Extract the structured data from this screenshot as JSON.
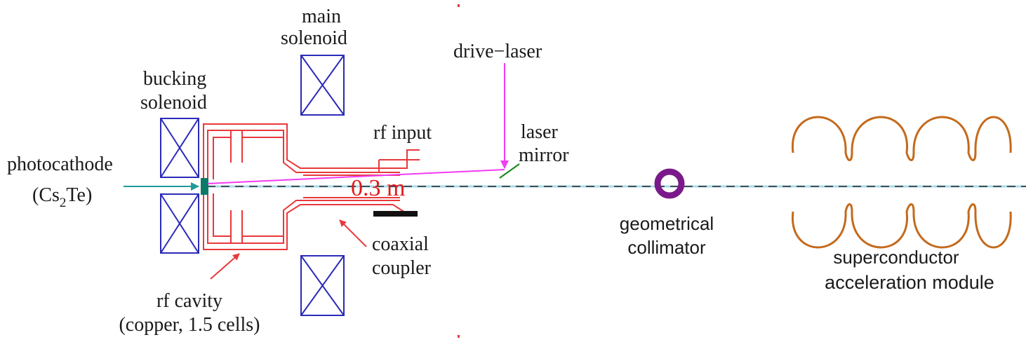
{
  "labels": {
    "main_solenoid_line1": "main",
    "main_solenoid_line2": "solenoid",
    "bucking_solenoid_line1": "bucking",
    "bucking_solenoid_line2": "solenoid",
    "drive_laser": "drive−laser",
    "rf_input": "rf input",
    "laser_mirror_line1": "laser",
    "laser_mirror_line2": "mirror",
    "photocathode": "photocathode",
    "cathode_material_open": "(Cs",
    "cathode_material_sub": "2",
    "cathode_material_close": "Te)",
    "scale_bar": "0.3 m",
    "coaxial_coupler_line1": "coaxial",
    "coaxial_coupler_line2": "coupler",
    "geometrical_collimator_line1": "geometrical",
    "geometrical_collimator_line2": "collimator",
    "superconductor_module_line1": "superconductor",
    "superconductor_module_line2": "acceleration module",
    "rf_cavity_line1": "rf cavity",
    "rf_cavity_line2": "(copper, 1.5 cells)"
  },
  "colors": {
    "text": "#1a1a1a",
    "solenoid": "#2b2bb8",
    "cavity": "#e8383b",
    "laser": "#f23cf2",
    "cathode": "#0b7a6a",
    "cathode_arrow": "#1f9a9a",
    "beam_axis": "#a8dcea",
    "beam_dash": "#222222",
    "collimator": "#7a1a8a",
    "sc_module": "#c46a1c",
    "mirror": "#1a8a1a",
    "scale_text": "#e01818",
    "scale_bar": "#111111"
  }
}
